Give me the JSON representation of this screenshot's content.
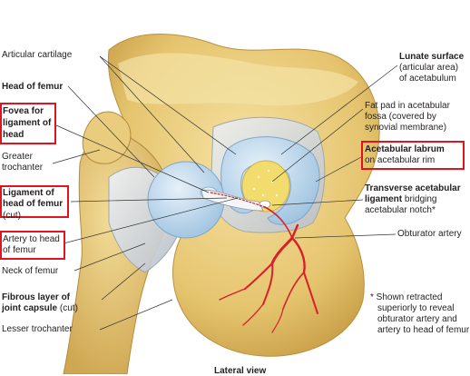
{
  "labels_left": {
    "articular_cartilage": "Articular cartilage",
    "head_of_femur": "Head of femur",
    "fovea_line1": "Fovea for",
    "fovea_line2": "ligament of",
    "fovea_line3": "head",
    "greater_line1": "Greater",
    "greater_line2": "trochanter",
    "ligament_line1": "Ligament of",
    "ligament_line2": "head of femur",
    "ligament_line3": "(cut)",
    "artery_line1": "Artery to head",
    "artery_line2": "of femur",
    "neck_of_femur": "Neck of femur",
    "fibrous_line1": "Fibrous layer of",
    "fibrous_line2": "joint capsule",
    "fibrous_line2_suffix": " (cut)",
    "lesser_trochanter": "Lesser trochanter"
  },
  "labels_right": {
    "lunate_line1": "Lunate surface",
    "lunate_line2": "(articular area)",
    "lunate_line3": "of acetabulum",
    "fatpad_line1": "Fat pad in acetabular",
    "fatpad_line2": "fossa (covered by",
    "fatpad_line3": "synovial membrane)",
    "labrum_line1": "Acetabular labrum",
    "labrum_line2": "on acetabular rim",
    "transverse_line1": "Transverse acetabular",
    "transverse_line2": "ligament",
    "transverse_line2_suffix": " bridging",
    "transverse_line3": "acetabular notch*",
    "obturator_artery": "Obturator artery",
    "note_line1": "* Shown retracted",
    "note_line2": "superiorly to reveal",
    "note_line3": "obturator artery and",
    "note_line4": "artery to head of femur"
  },
  "caption": "Lateral view",
  "colors": {
    "bone": "#e8c870",
    "bone_dark": "#c9a24a",
    "cartilage": "#bcd8ee",
    "ligament": "#d8dde2",
    "fat_pad": "#f2dc6e",
    "artery": "#d8202a",
    "highlight_box": "#e0141e",
    "leader": "#333333"
  }
}
